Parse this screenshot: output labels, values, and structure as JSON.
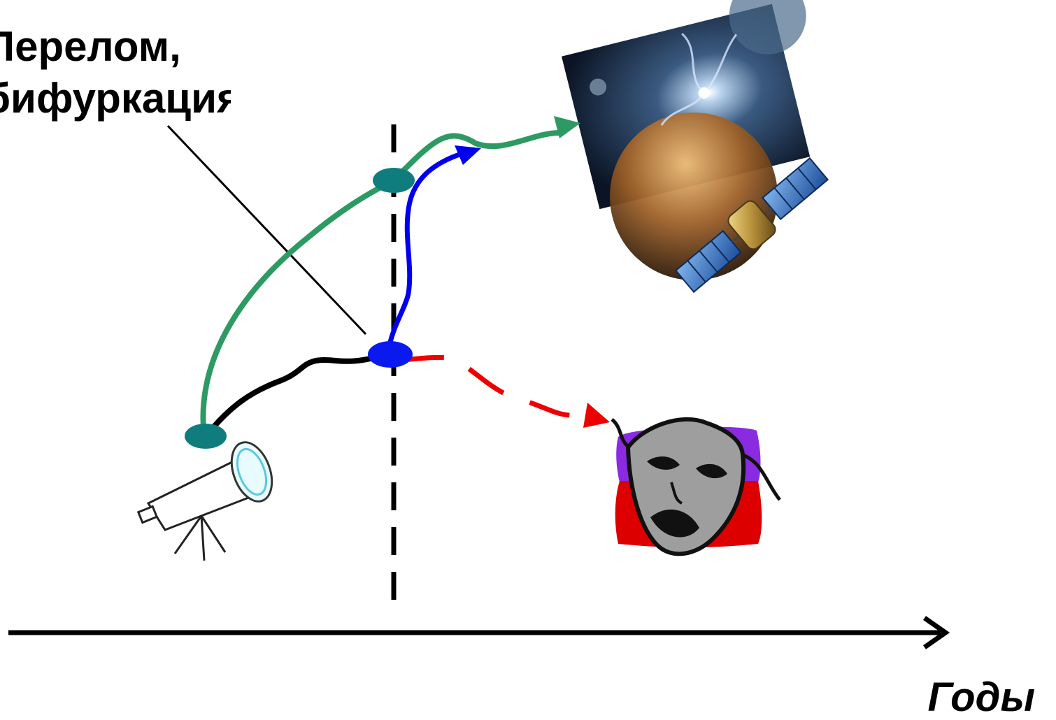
{
  "callout": {
    "line1": "Перелом,",
    "line2": "бифуркация"
  },
  "axis": {
    "label": "Годы"
  },
  "colors": {
    "path_green": "#2e9a63",
    "path_blue": "#0000ee",
    "path_red": "#ee0000",
    "path_black": "#000000",
    "node_teal": "#0f7d7d",
    "node_blue": "#0a1aee",
    "mask_purple": "#8a2be2",
    "mask_red": "#dd0000"
  },
  "icons": {
    "space_image": "space-scene-icon",
    "satellite": "satellite-icon",
    "telescope": "telescope-icon",
    "tragedy_mask": "tragedy-mask-icon"
  }
}
